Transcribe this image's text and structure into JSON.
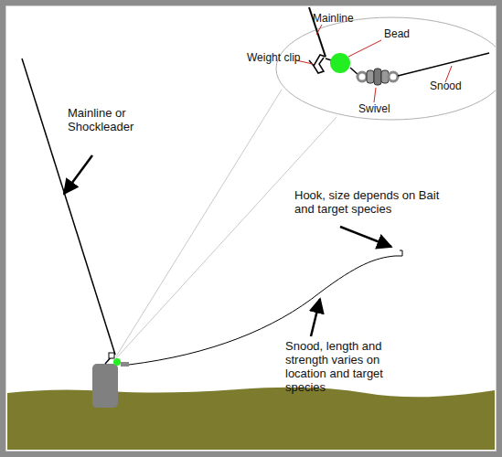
{
  "diagram": {
    "labels": [
      "Mainline",
      "Bead",
      "Weight clip",
      "Snood",
      "Swivel",
      "Mainline or Shockleader",
      "Hook, size depends on Bait and target species",
      "Snood, length and strength varies on location and target species"
    ]
  }
}
